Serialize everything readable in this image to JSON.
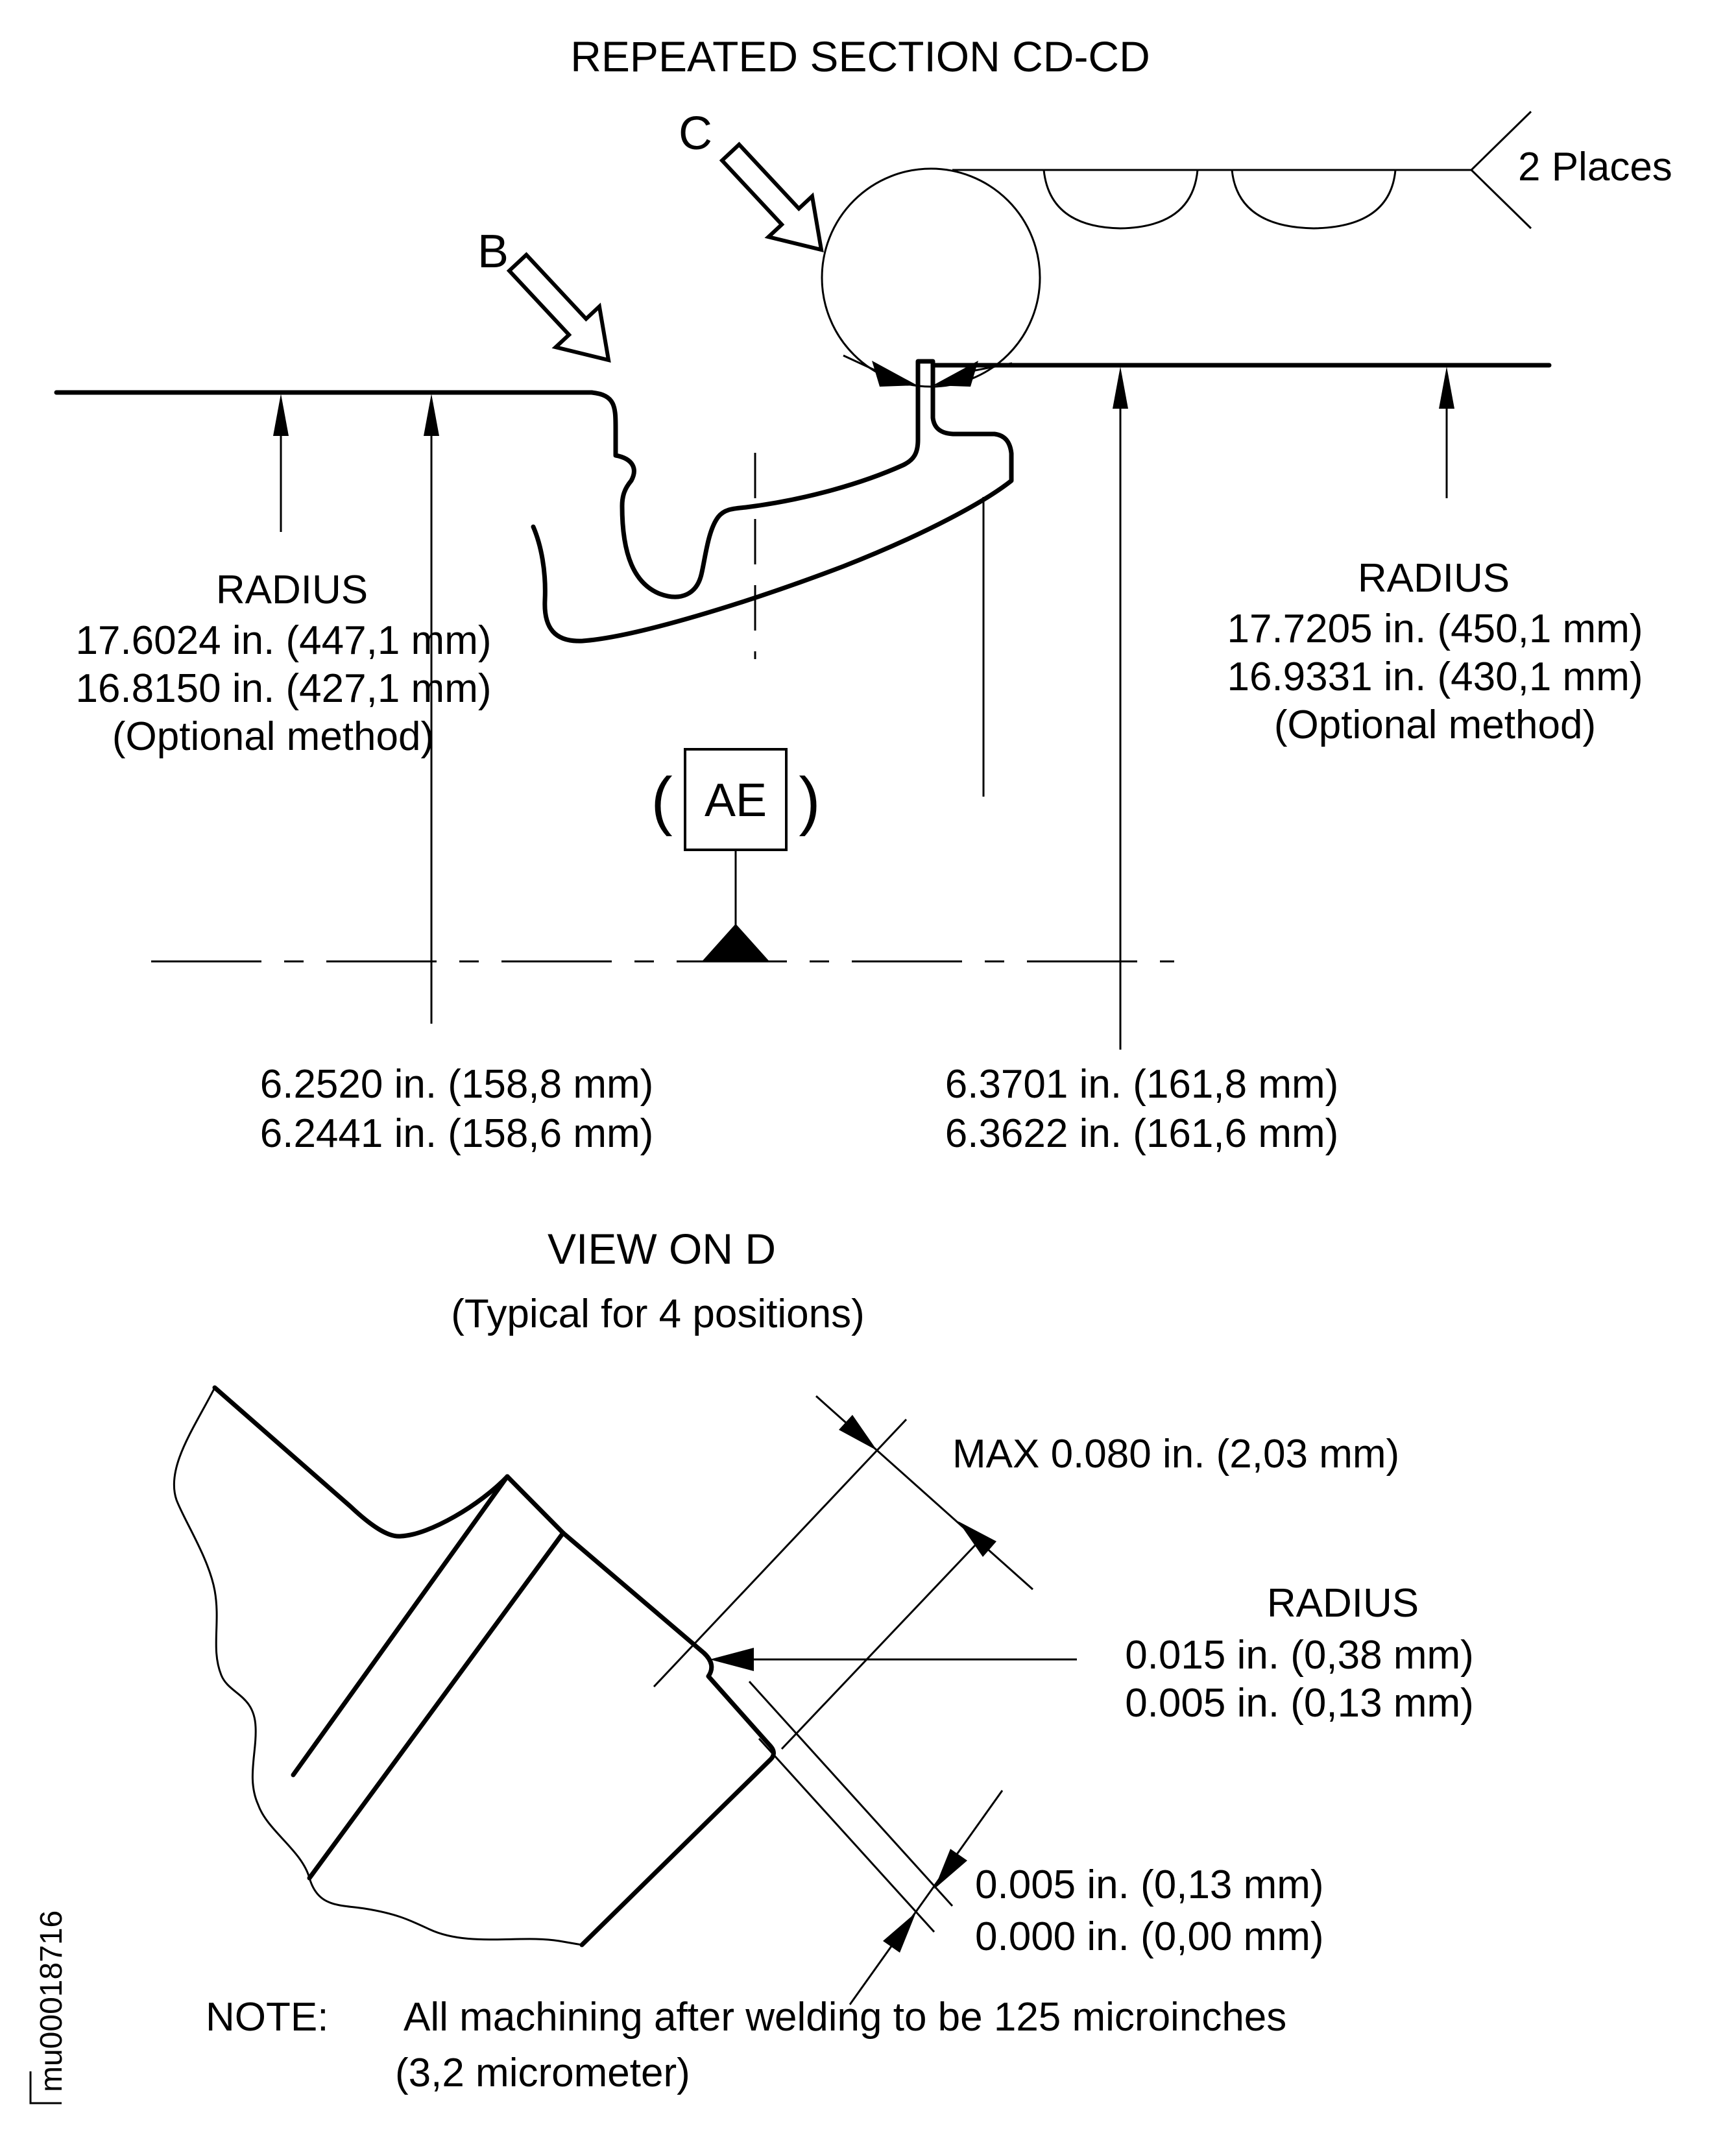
{
  "title": "REPEATED SECTION CD-CD",
  "colors": {
    "ink": "#000000",
    "paper": "#ffffff"
  },
  "section_view": {
    "label_b": "B",
    "label_c": "C",
    "places_note": "2 Places",
    "radius_left": {
      "heading": "RADIUS",
      "line1": "17.6024 in. (447,1 mm)",
      "line2": "16.8150 in. (427,1 mm)",
      "line3": "(Optional method)"
    },
    "radius_right": {
      "heading": "RADIUS",
      "line1": "17.7205 in. (450,1 mm)",
      "line2": "16.9331 in. (430,1 mm)",
      "line3": "(Optional method)"
    },
    "datum": {
      "label": "AE",
      "open_paren": "(",
      "close_paren": ")"
    },
    "dim_left": {
      "line1": "6.2520 in. (158,8 mm)",
      "line2": "6.2441 in. (158,6 mm)"
    },
    "dim_right": {
      "line1": "6.3701 in. (161,8 mm)",
      "line2": "6.3622 in. (161,6 mm)"
    }
  },
  "detail_view": {
    "title": "VIEW ON D",
    "subtitle": "(Typical for 4 positions)",
    "max_dim": "MAX 0.080 in. (2,03 mm)",
    "radius": {
      "heading": "RADIUS",
      "line1": "0.015 in.  (0,38 mm)",
      "line2": "0.005 in.  (0,13 mm)"
    },
    "offset_dim": {
      "line1": "0.005 in. (0,13 mm)",
      "line2": "0.000 in. (0,00 mm)"
    }
  },
  "note": {
    "label": "NOTE:",
    "line1": "All machining after welding to be 125 microinches",
    "line2": "(3,2 micrometer)"
  },
  "doc_number": "mu00018716"
}
